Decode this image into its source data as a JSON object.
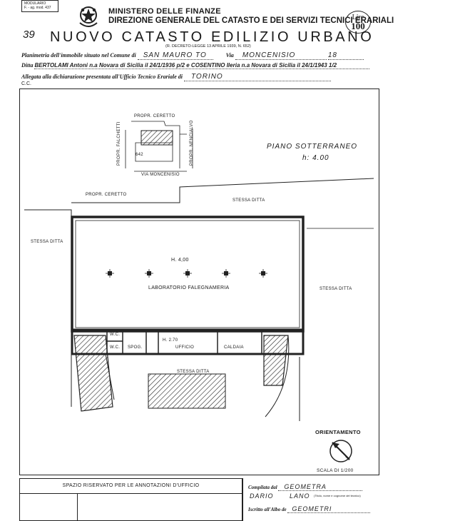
{
  "header": {
    "form_code_line1": "MODULARIO",
    "form_code_line2": "F. - ag. mod. 437",
    "ministry": "MINISTERO DELLE FINANZE",
    "direction": "DIREZIONE GENERALE DEL CATASTO E DEI SERVIZI TECNICI ERARIALI",
    "lire_label": "Lire",
    "lire_value": "100",
    "page_number": "39",
    "title": "NUOVO CATASTO EDILIZIO URBANO",
    "decree": "(R. DECRETO-LEGGE 13 APRILE 1939, N. 652)"
  },
  "form": {
    "planimetria_label": "Planimetria dell'immobile situato nel Comune di",
    "comune_value": "SAN MAURO TO",
    "via_label": "Via",
    "via_value": "MONCENISIO",
    "civico_value": "18",
    "ditta_label": "Ditta",
    "ditta_value": "BERTOLAMI Antoni  n.a Novara di Sicilia il 24/1/1936 p/2 e COSENTINO Ileria n.a Novara di Sicilia il 24/1/1943 1/2",
    "allegata_label": "Allegata alla dichiarazione presentata all'Ufficio Tecnico Erariale di",
    "ufficio_value": "TORINO",
    "cc_label": "C.C."
  },
  "plan": {
    "key_map": {
      "propr_ceretto": "PROPR. CERETTO",
      "parcel_number": "642",
      "propr_falchetti": "PROPR. FALCHETTI",
      "propr_nencialvo": "PROPR. NENCIALVO",
      "via_moncenisio": "VIA MONCENISIO"
    },
    "floor_label": "PIANO SOTTERRANEO",
    "floor_height": "h: 4.00",
    "propr_ceretto_main": "PROPR. CERETTO",
    "stessa_ditta_top": "STESSA DITTA",
    "stessa_ditta_left": "STESSA DITTA",
    "stessa_ditta_right": "STESSA DITTA",
    "stessa_ditta_bottom": "STESSA DITTA",
    "height_main": "H. 4,00",
    "room_main": "LABORATORIO FALEGNAMERIA",
    "room_wc": "W.C.",
    "room_spog": "SPOG.",
    "room_h230": "H. 2.70",
    "room_ufficio": "UFFICIO",
    "room_caldaia": "CALDAIA",
    "orientamento": "ORIENTAMENTO",
    "scale": "SCALA DI 1/200"
  },
  "footer": {
    "annotations_label": "SPAZIO RISERVATO PER LE ANNOTAZIONI D'UFFICIO",
    "compilata_label": "Compilata dal",
    "compilata_value": "GEOMETRA",
    "name_value": "DARIO",
    "surname_value": "LANO",
    "small_note": "(Titolo, nome e cognome del tecnico)",
    "iscritto_label": "Iscritto all'Albo de",
    "albo_value": "GEOMETRI"
  }
}
